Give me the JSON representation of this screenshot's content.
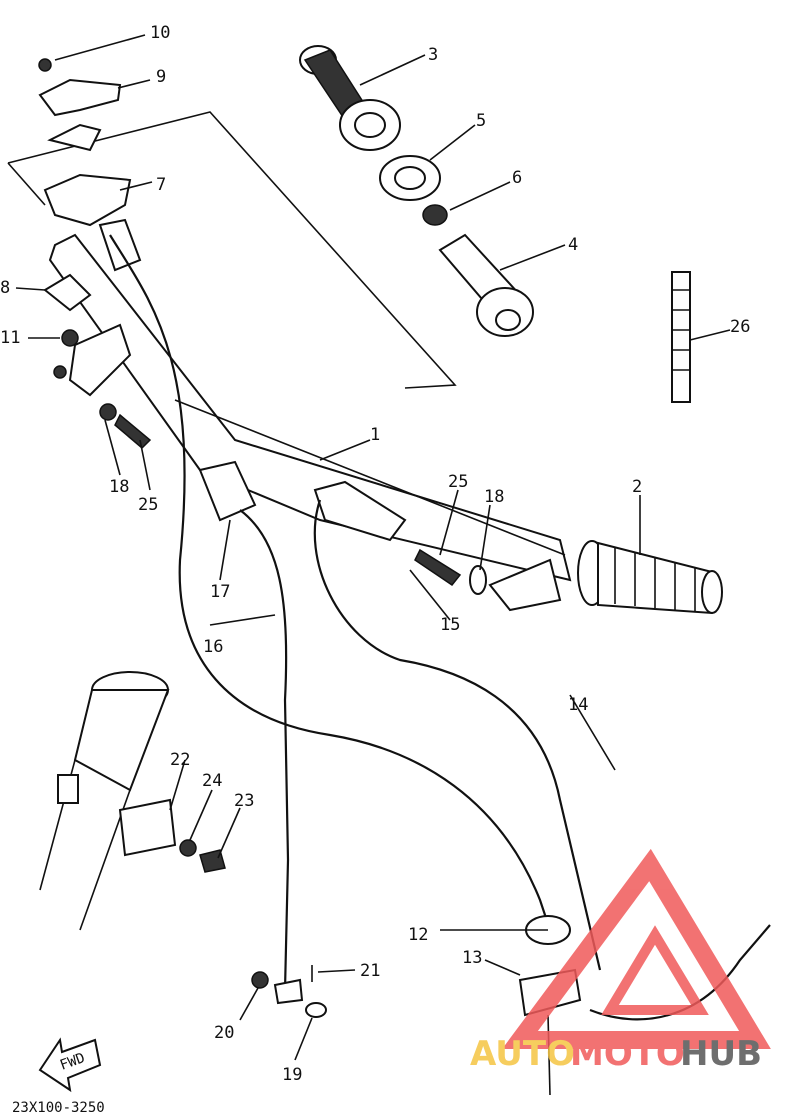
{
  "callouts": [
    {
      "id": "c1",
      "text": "1"
    },
    {
      "id": "c2",
      "text": "2"
    },
    {
      "id": "c3",
      "text": "3"
    },
    {
      "id": "c4",
      "text": "4"
    },
    {
      "id": "c5",
      "text": "5"
    },
    {
      "id": "c6",
      "text": "6"
    },
    {
      "id": "c7",
      "text": "7"
    },
    {
      "id": "c8",
      "text": "8"
    },
    {
      "id": "c9",
      "text": "9"
    },
    {
      "id": "c10",
      "text": "10"
    },
    {
      "id": "c11",
      "text": "11"
    },
    {
      "id": "c12",
      "text": "12"
    },
    {
      "id": "c13",
      "text": "13"
    },
    {
      "id": "c14",
      "text": "14"
    },
    {
      "id": "c15",
      "text": "15"
    },
    {
      "id": "c16",
      "text": "16"
    },
    {
      "id": "c17",
      "text": "17"
    },
    {
      "id": "c18a",
      "text": "18"
    },
    {
      "id": "c18b",
      "text": "18"
    },
    {
      "id": "c19",
      "text": "19"
    },
    {
      "id": "c20",
      "text": "20"
    },
    {
      "id": "c21",
      "text": "21"
    },
    {
      "id": "c22",
      "text": "22"
    },
    {
      "id": "c23",
      "text": "23"
    },
    {
      "id": "c24",
      "text": "24"
    },
    {
      "id": "c25a",
      "text": "25"
    },
    {
      "id": "c25b",
      "text": "25"
    },
    {
      "id": "c26",
      "text": "26"
    }
  ],
  "diagram_code": "23X100-3250",
  "fwd_label": "FWD",
  "watermark": {
    "auto": "AUTO",
    "moto": "MOTO",
    "hub": "HUB",
    "color_primary": "#f05a5a",
    "color_accent": "#f5c542",
    "color_dark": "#555555"
  }
}
